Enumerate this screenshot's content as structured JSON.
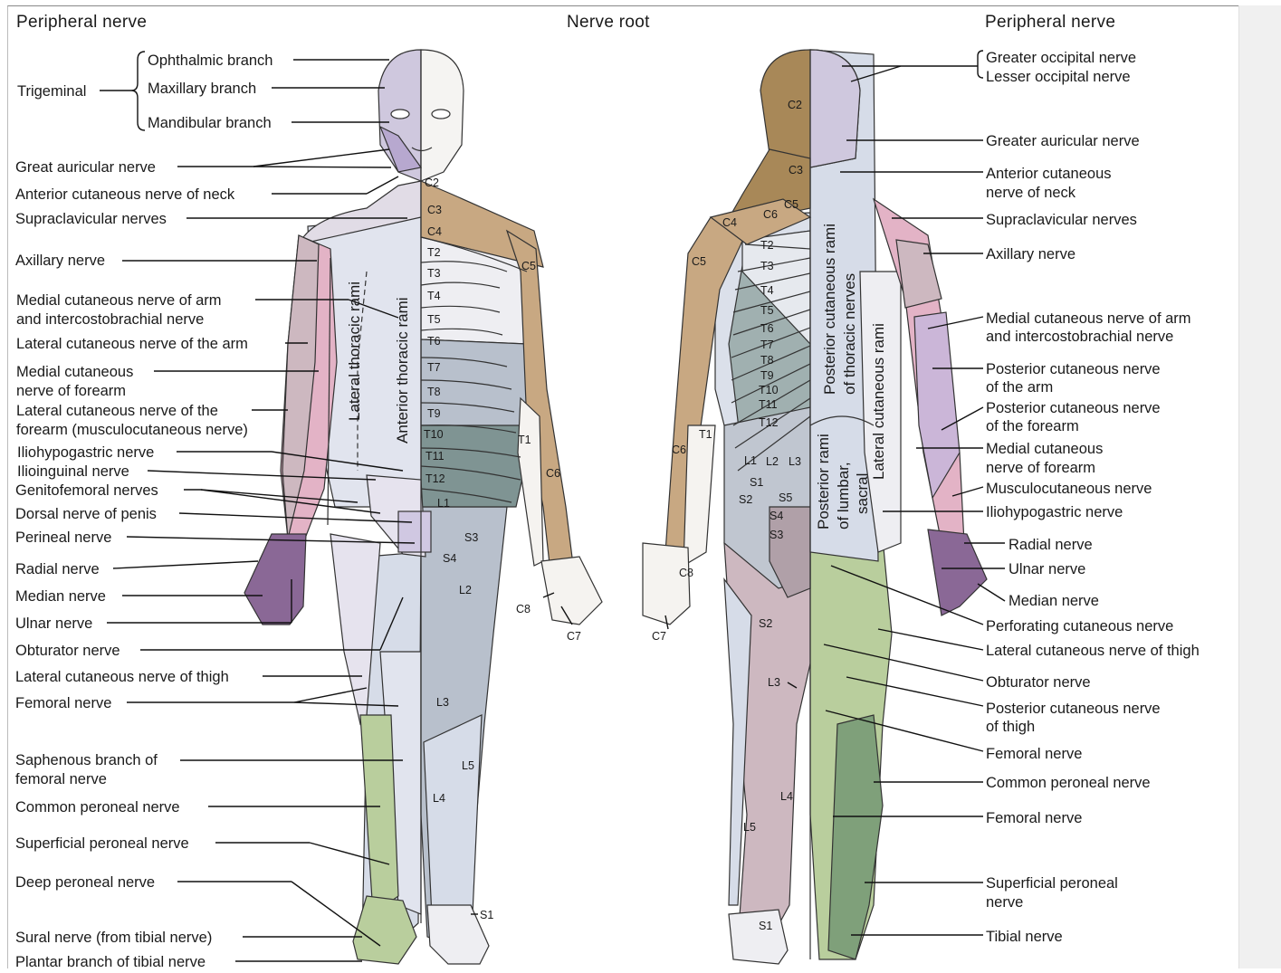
{
  "headers": {
    "left": "Peripheral nerve",
    "center": "Nerve root",
    "right": "Peripheral nerve"
  },
  "left_labels": {
    "trigeminal": "Trigeminal",
    "ophthalmic": "Ophthalmic branch",
    "maxillary": "Maxillary branch",
    "mandibular": "Mandibular branch",
    "great_auricular": "Great auricular nerve",
    "ant_cut_neck": "Anterior cutaneous nerve of neck",
    "supraclavicular": "Supraclavicular nerves",
    "axillary": "Axillary nerve",
    "med_cut_arm_1": "Medial cutaneous nerve of arm",
    "med_cut_arm_2": "and intercostobrachial nerve",
    "lat_cut_arm": "Lateral cutaneous nerve of the arm",
    "med_cut_forearm_1": "Medial cutaneous",
    "med_cut_forearm_2": "nerve of forearm",
    "lat_cut_forearm_1": "Lateral cutaneous nerve of the",
    "lat_cut_forearm_2": "forearm (musculocutaneous nerve)",
    "iliohypogastric": "Iliohypogastric nerve",
    "ilioinguinal": "Ilioinguinal nerve",
    "genitofemoral": "Genitofemoral nerves",
    "dorsal_penis": "Dorsal nerve of penis",
    "perineal": "Perineal nerve",
    "radial": "Radial nerve",
    "median": "Median nerve",
    "ulnar": "Ulnar nerve",
    "obturator": "Obturator nerve",
    "lat_cut_thigh": "Lateral cutaneous nerve of thigh",
    "femoral": "Femoral nerve",
    "saphenous_1": "Saphenous branch of",
    "saphenous_2": "femoral nerve",
    "common_peroneal": "Common peroneal nerve",
    "superficial_peroneal": "Superficial peroneal nerve",
    "deep_peroneal": "Deep peroneal nerve",
    "sural": "Sural nerve (from tibial nerve)",
    "plantar": "Plantar branch of tibial nerve"
  },
  "right_labels": {
    "greater_occipital": "Greater occipital nerve",
    "lesser_occipital": "Lesser occipital nerve",
    "greater_auricular": "Greater auricular nerve",
    "ant_cut_neck_1": "Anterior cutaneous",
    "ant_cut_neck_2": "nerve of neck",
    "supraclavicular": "Supraclavicular nerves",
    "axillary": "Axillary nerve",
    "med_cut_arm_1": "Medial cutaneous nerve of arm",
    "med_cut_arm_2": "and intercostobrachial nerve",
    "post_cut_arm_1": "Posterior cutaneous nerve",
    "post_cut_arm_2": "of the arm",
    "post_cut_forearm_1": "Posterior cutaneous nerve",
    "post_cut_forearm_2": "of the forearm",
    "med_cut_forearm_1": "Medial cutaneous",
    "med_cut_forearm_2": "nerve of forearm",
    "musculocutaneous": "Musculocutaneous nerve",
    "iliohypogastric": "Iliohypogastric nerve",
    "radial": "Radial nerve",
    "ulnar": "Ulnar nerve",
    "median": "Median nerve",
    "perforating": "Perforating cutaneous nerve",
    "lat_cut_thigh": "Lateral cutaneous nerve of thigh",
    "obturator": "Obturator nerve",
    "post_cut_thigh_1": "Posterior cutaneous nerve",
    "post_cut_thigh_2": "of thigh",
    "femoral_1": "Femoral nerve",
    "common_peroneal": "Common peroneal nerve",
    "femoral_2": "Femoral nerve",
    "superficial_peroneal_1": "Superficial peroneal",
    "superficial_peroneal_2": "nerve",
    "tibial": "Tibial nerve"
  },
  "body_text": {
    "lateral_thoracic_rami": "Lateral thoracic rami",
    "anterior_thoracic_rami": "Anterior thoracic rami",
    "posterior_cutaneous_rami_1": "Posterior cutaneous rami",
    "posterior_cutaneous_rami_2": "of thoracic nerves",
    "lateral_cutaneous_rami": "Lateral cutaneous rami",
    "posterior_rami_lumbar_1": "Posterior rami",
    "posterior_rami_lumbar_2": "of lumbar,",
    "posterior_rami_lumbar_3": "sacral"
  },
  "front_segments": {
    "c2": "C2",
    "c3": "C3",
    "c4": "C4",
    "c5": "C5",
    "c6": "C6",
    "c7": "C7",
    "c8": "C8",
    "t1": "T1",
    "t2": "T2",
    "t3": "T3",
    "t4": "T4",
    "t5": "T5",
    "t6": "T6",
    "t7": "T7",
    "t8": "T8",
    "t9": "T9",
    "t10": "T10",
    "t11": "T11",
    "t12": "T12",
    "l1": "L1",
    "l2": "L2",
    "l3": "L3",
    "l4": "L4",
    "l5": "L5",
    "s1": "S1",
    "s3": "S3",
    "s4": "S4"
  },
  "back_segments": {
    "c2": "C2",
    "c3": "C3",
    "c4": "C4",
    "c5": "C5",
    "c6": "C6",
    "c7": "C7",
    "c8": "C8",
    "c5b": "C5",
    "c6b": "C6",
    "t1": "T1",
    "t2": "T2",
    "t3": "T3",
    "t4": "T4",
    "t5": "T5",
    "t6": "T6",
    "t7": "T7",
    "t8": "T8",
    "t9": "T9",
    "t10": "T10",
    "t11": "T11",
    "t12": "T12",
    "l1": "L1",
    "l2": "L2",
    "l3": "L3",
    "l3b": "L3",
    "l4": "L4",
    "l5": "L5",
    "s1": "S1",
    "s1b": "S1",
    "s2": "S2",
    "s2b": "S2",
    "s3": "S3",
    "s4": "S4",
    "s5": "S5"
  },
  "colors": {
    "tan": "#c8a882",
    "brown": "#a88858",
    "lavender": "#cfc8de",
    "pale_blue": "#d6dce8",
    "blue_gray": "#b8c0cc",
    "dark_slate": "#7f9493",
    "green": "#b9ce9d",
    "dark_green": "#7fa07a",
    "pink": "#e3b3c6",
    "purple": "#8a6896",
    "mauve": "#cdb8c0",
    "light": "#eeeef2"
  }
}
